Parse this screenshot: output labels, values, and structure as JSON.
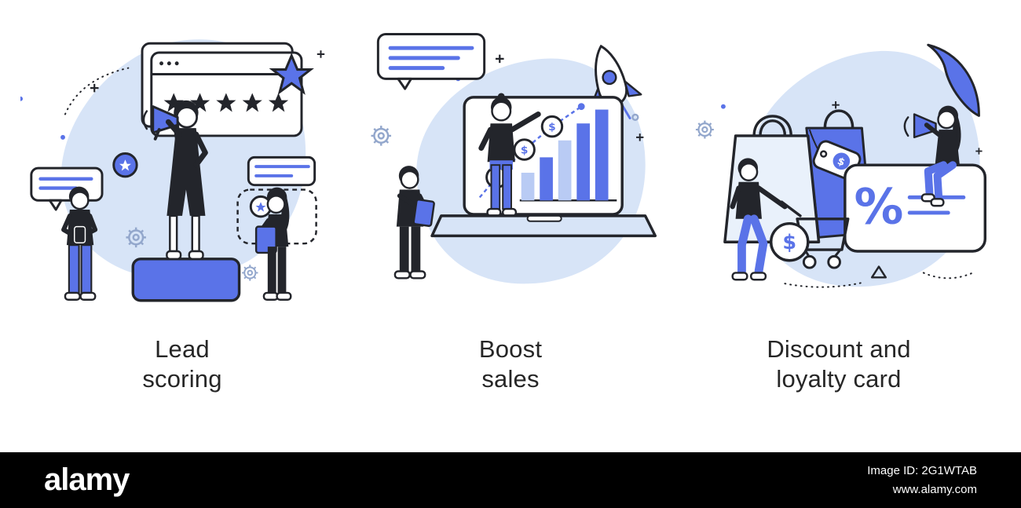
{
  "colors": {
    "primary_blue": "#5A73E8",
    "light_blue": "#D7E4F7",
    "pale_blue": "#E9F1FB",
    "bar_light_blue": "#B9CBF4",
    "outline": "#23252B",
    "accent_gray_blue": "#93A7CC",
    "caption_text": "#262626",
    "footer_bg": "#000000",
    "footer_text": "#ffffff"
  },
  "glyphs": {
    "dollar": "$",
    "percent": "%"
  },
  "figures": [
    {
      "id": "lead-scoring",
      "caption": [
        "Lead",
        "scoring"
      ]
    },
    {
      "id": "boost-sales",
      "caption": [
        "Boost",
        "sales"
      ]
    },
    {
      "id": "discount-loyalty-card",
      "caption": [
        "Discount and",
        "loyalty card"
      ]
    }
  ],
  "footer": {
    "brand": "alamy",
    "image_id": "Image ID: 2G1WTAB",
    "website": "www.alamy.com"
  }
}
